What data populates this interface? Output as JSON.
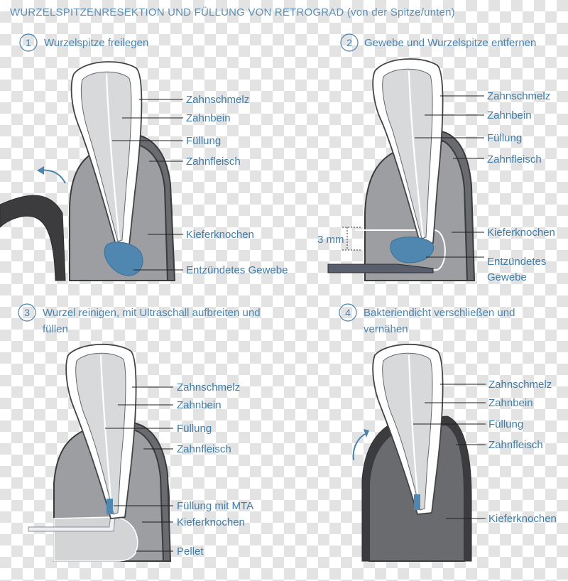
{
  "title": "WURZELSPITZENRESEKTION UND FÜLLUNG VON RETROGRAD (von der Spitze/unten)",
  "panels": [
    {
      "number": "1",
      "heading_lines": [
        "Wurzelspitze freilegen"
      ],
      "labels": [
        "Zahnschmelz",
        "Zahnbein",
        "Füllung",
        "Zahnfleisch",
        "Kieferknochen",
        "Entzündetes Gewebe"
      ]
    },
    {
      "number": "2",
      "heading_lines": [
        "Gewebe und Wurzelspitze entfernen"
      ],
      "labels": [
        "Zahnschmelz",
        "Zahnbein",
        "Füllung",
        "Zahnfleisch",
        "Kieferknochen",
        "Entzündetes",
        "Gewebe"
      ],
      "measure": "3 mm"
    },
    {
      "number": "3",
      "heading_lines": [
        "Wurzel reinigen, mit Ultraschall aufbreiten und",
        "füllen"
      ],
      "labels": [
        "Zahnschmelz",
        "Zahnbein",
        "Füllung",
        "Zahnfleisch",
        "Füllung mit MTA",
        "Kieferknochen",
        "Pellet"
      ]
    },
    {
      "number": "4",
      "heading_lines": [
        "Bakteriendicht verschließen und",
        "vernähen"
      ],
      "labels": [
        "Zahnschmelz",
        "Zahnbein",
        "Füllung",
        "Zahnfleisch",
        "Kieferknochen"
      ]
    }
  ],
  "colors": {
    "text_blue": "#4b84ad",
    "lesion_blue": "#4f87b1",
    "bone_gray": "#9d9ea2",
    "gum_gray": "#6a6b6f"
  }
}
